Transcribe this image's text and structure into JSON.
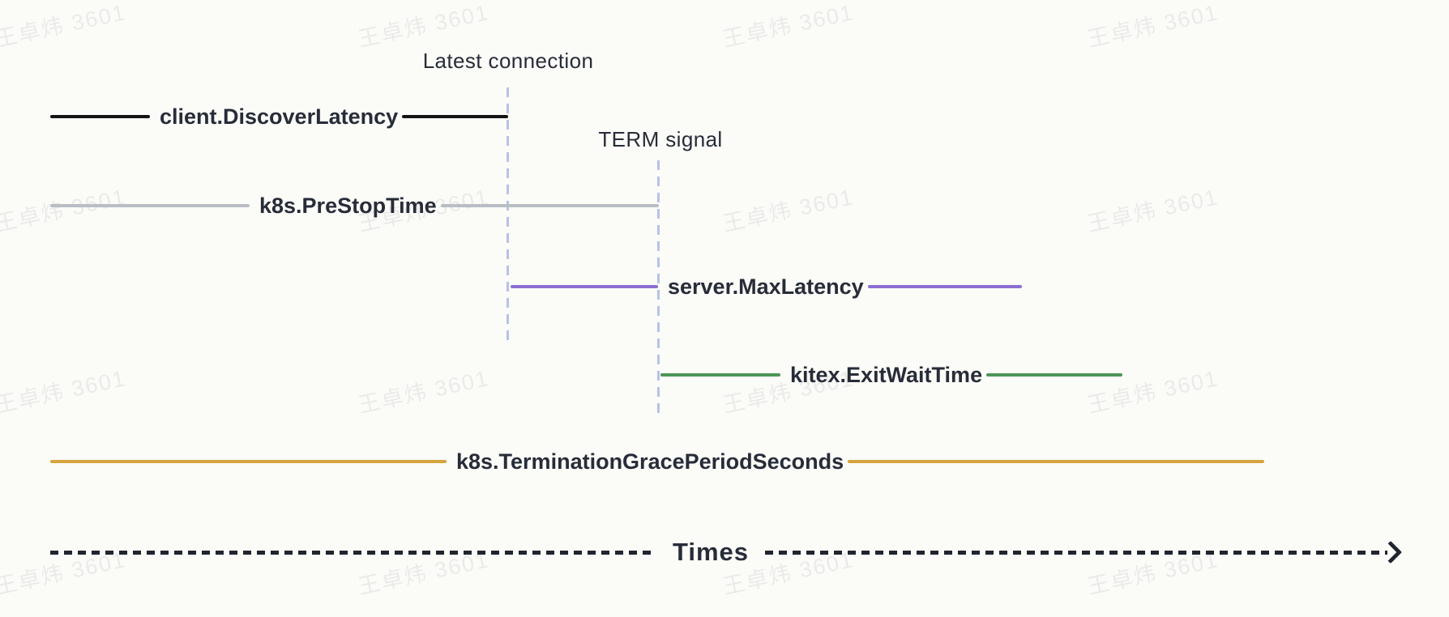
{
  "page": {
    "background": "#fbfbf8"
  },
  "diagram": {
    "annotations": {
      "latest_connection": "Latest connection",
      "term_signal": "TERM signal"
    },
    "rows": [
      {
        "id": "client-discover-latency",
        "label": "client.DiscoverLatency",
        "color": "#141414"
      },
      {
        "id": "k8s-pre-stop-time",
        "label": "k8s.PreStopTime",
        "color": "#b9bdc4"
      },
      {
        "id": "server-max-latency",
        "label": "server.MaxLatency",
        "color": "#8c6ed4"
      },
      {
        "id": "kitex-exit-wait-time",
        "label": "kitex.ExitWaitTime",
        "color": "#4d9557"
      },
      {
        "id": "k8s-termination-grace-period-seconds",
        "label": "k8s.TerminationGracePeriodSeconds",
        "color": "#d4a53e"
      }
    ],
    "markers": {
      "color": "#b7c2ea"
    },
    "axis": {
      "label": "Times",
      "color": "#20252e"
    },
    "text_color": "#272c38",
    "watermark": {
      "text": "王卓炜 3601"
    }
  }
}
